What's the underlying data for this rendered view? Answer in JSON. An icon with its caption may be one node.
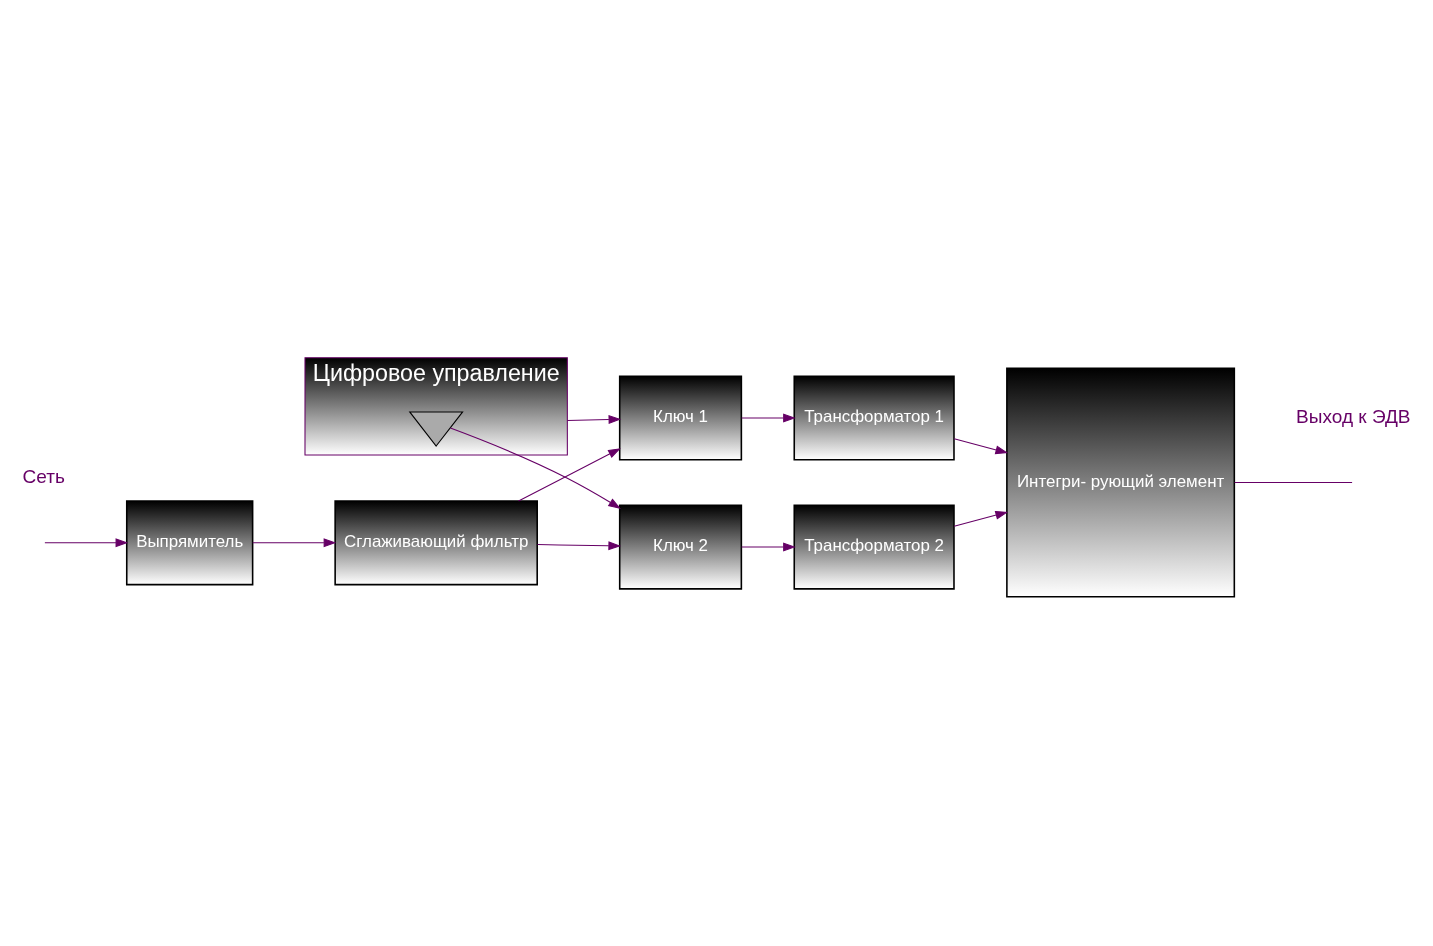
{
  "diagram": {
    "nodes": [
      {
        "text": [
          "Цифровое управление"
        ]
      },
      {
        "text": [],
        "shape": "triangle",
        "in": 0
      },
      {
        "text": [
          "Выпрямитель"
        ]
      },
      {
        "text": [
          "Сглаживающий фильтр"
        ]
      },
      {
        "text": [
          "Ключ 1"
        ]
      },
      {
        "text": [
          "Ключ 2"
        ]
      },
      {
        "text": [
          "Трансформатор 1"
        ]
      },
      {
        "text": [
          "Трансформатор 2"
        ]
      },
      {
        "text": [
          "Интегри- рующий элемент"
        ]
      }
    ],
    "edges": [
      {
        "from": null,
        "to": 2,
        "arrow": "to"
      },
      {
        "from": 2,
        "to": 3,
        "arrow": "to"
      },
      {
        "from": 3,
        "to": 4,
        "arrow": "to"
      },
      {
        "from": 3,
        "to": 5,
        "arrow": "to"
      },
      {
        "from": 0,
        "to": 4,
        "arrow": "to"
      },
      {
        "from": 1,
        "to": 5,
        "arrow": "to"
      },
      {
        "from": 4,
        "to": 6,
        "arrow": "to"
      },
      {
        "from": 5,
        "to": 7,
        "arrow": "to"
      },
      {
        "from": 6,
        "to": 8,
        "arrow": "to"
      },
      {
        "from": 7,
        "to": 8,
        "arrow": "to"
      },
      {
        "from": 8,
        "to": null,
        "arrow": "none"
      }
    ],
    "labels": [
      "Сеть",
      "Выход к ЭДВ"
    ]
  }
}
